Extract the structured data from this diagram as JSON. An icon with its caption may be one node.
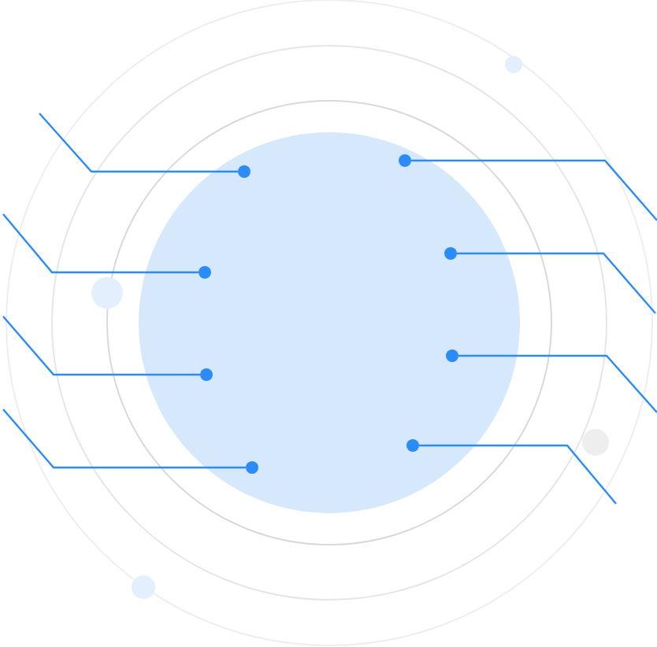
{
  "diagram": {
    "nodes": [
      {
        "text": [],
        "shape": "circle"
      },
      {
        "text": [],
        "shape": "circle",
        "in": 0
      },
      {
        "text": [],
        "shape": "circle",
        "in": 0
      },
      {
        "text": [],
        "shape": "circle",
        "in": 0
      },
      {
        "text": [],
        "shape": "circle",
        "in": 0
      },
      {
        "text": [],
        "shape": "circle",
        "in": 0
      },
      {
        "text": [],
        "shape": "circle",
        "in": 0
      },
      {
        "text": [],
        "shape": "circle",
        "in": 0
      },
      {
        "text": [],
        "shape": "circle",
        "in": 0
      }
    ],
    "edges": [
      {
        "from": null,
        "to": 1,
        "arrow": "none"
      },
      {
        "from": null,
        "to": 2,
        "arrow": "none"
      },
      {
        "from": null,
        "to": 3,
        "arrow": "none"
      },
      {
        "from": null,
        "to": 4,
        "arrow": "none"
      },
      {
        "from": null,
        "to": 5,
        "arrow": "none"
      },
      {
        "from": null,
        "to": 6,
        "arrow": "none"
      },
      {
        "from": null,
        "to": 7,
        "arrow": "none"
      },
      {
        "from": null,
        "to": 8,
        "arrow": "none"
      }
    ]
  }
}
